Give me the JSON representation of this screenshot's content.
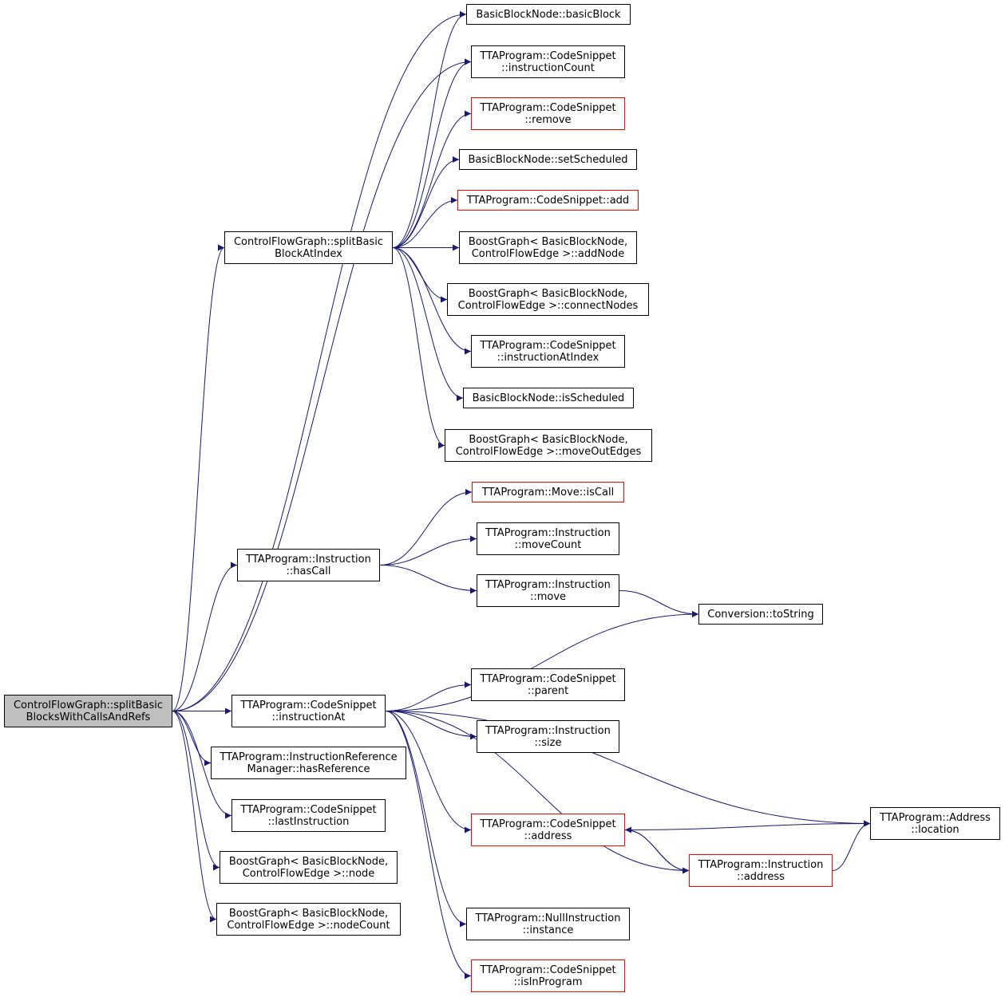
{
  "colors": {
    "edge": "#191970",
    "node_border": "#000000",
    "truncated_border": "#ff0000",
    "root_fill": "#bfbfbf"
  },
  "nodes": {
    "root": {
      "lines": [
        "ControlFlowGraph::splitBasic",
        "BlocksWithCallsAndRefs"
      ],
      "style": "root"
    },
    "splitBasicBlockAtIndex": {
      "lines": [
        "ControlFlowGraph::splitBasic",
        "BlockAtIndex"
      ]
    },
    "basicBlock": {
      "lines": [
        "BasicBlockNode::basicBlock"
      ]
    },
    "instructionCount": {
      "lines": [
        "TTAProgram::CodeSnippet",
        "::instructionCount"
      ]
    },
    "remove": {
      "lines": [
        "TTAProgram::CodeSnippet",
        "::remove"
      ],
      "style": "red"
    },
    "setScheduled": {
      "lines": [
        "BasicBlockNode::setScheduled"
      ]
    },
    "add": {
      "lines": [
        "TTAProgram::CodeSnippet::add"
      ],
      "style": "red"
    },
    "addNode": {
      "lines": [
        "BoostGraph< BasicBlockNode,",
        "ControlFlowEdge >::addNode"
      ]
    },
    "connectNodes": {
      "lines": [
        "BoostGraph< BasicBlockNode,",
        "ControlFlowEdge >::connectNodes"
      ]
    },
    "instructionAtIndex": {
      "lines": [
        "TTAProgram::CodeSnippet",
        "::instructionAtIndex"
      ]
    },
    "isScheduled": {
      "lines": [
        "BasicBlockNode::isScheduled"
      ]
    },
    "moveOutEdges": {
      "lines": [
        "BoostGraph< BasicBlockNode,",
        "ControlFlowEdge >::moveOutEdges"
      ]
    },
    "isCall": {
      "lines": [
        "TTAProgram::Move::isCall"
      ],
      "style": "red"
    },
    "hasCall": {
      "lines": [
        "TTAProgram::Instruction",
        "::hasCall"
      ]
    },
    "moveCount": {
      "lines": [
        "TTAProgram::Instruction",
        "::moveCount"
      ]
    },
    "move": {
      "lines": [
        "TTAProgram::Instruction",
        "::move"
      ]
    },
    "toString": {
      "lines": [
        "Conversion::toString"
      ]
    },
    "instructionAt": {
      "lines": [
        "TTAProgram::CodeSnippet",
        "::instructionAt"
      ]
    },
    "parent": {
      "lines": [
        "TTAProgram::CodeSnippet",
        "::parent"
      ]
    },
    "size": {
      "lines": [
        "TTAProgram::Instruction",
        "::size"
      ]
    },
    "hasReference": {
      "lines": [
        "TTAProgram::InstructionReference",
        "Manager::hasReference"
      ]
    },
    "lastInstruction": {
      "lines": [
        "TTAProgram::CodeSnippet",
        "::lastInstruction"
      ]
    },
    "csAddress": {
      "lines": [
        "TTAProgram::CodeSnippet",
        "::address"
      ],
      "style": "red"
    },
    "location": {
      "lines": [
        "TTAProgram::Address",
        "::location"
      ]
    },
    "instrAddress": {
      "lines": [
        "TTAProgram::Instruction",
        "::address"
      ],
      "style": "red"
    },
    "node": {
      "lines": [
        "BoostGraph< BasicBlockNode,",
        "ControlFlowEdge >::node"
      ]
    },
    "nodeCount": {
      "lines": [
        "BoostGraph< BasicBlockNode,",
        "ControlFlowEdge >::nodeCount"
      ]
    },
    "nullInstance": {
      "lines": [
        "TTAProgram::NullInstruction",
        "::instance"
      ]
    },
    "isInProgram": {
      "lines": [
        "TTAProgram::CodeSnippet",
        "::isInProgram"
      ],
      "style": "red"
    }
  },
  "edges": [
    [
      "root",
      "basicBlock"
    ],
    [
      "root",
      "instructionCount"
    ],
    [
      "root",
      "splitBasicBlockAtIndex"
    ],
    [
      "root",
      "hasCall"
    ],
    [
      "root",
      "instructionAt"
    ],
    [
      "root",
      "hasReference"
    ],
    [
      "root",
      "lastInstruction"
    ],
    [
      "root",
      "node"
    ],
    [
      "root",
      "nodeCount"
    ],
    [
      "splitBasicBlockAtIndex",
      "basicBlock"
    ],
    [
      "splitBasicBlockAtIndex",
      "instructionCount"
    ],
    [
      "splitBasicBlockAtIndex",
      "remove"
    ],
    [
      "splitBasicBlockAtIndex",
      "setScheduled"
    ],
    [
      "splitBasicBlockAtIndex",
      "add"
    ],
    [
      "splitBasicBlockAtIndex",
      "addNode"
    ],
    [
      "splitBasicBlockAtIndex",
      "connectNodes"
    ],
    [
      "splitBasicBlockAtIndex",
      "instructionAtIndex"
    ],
    [
      "splitBasicBlockAtIndex",
      "isScheduled"
    ],
    [
      "splitBasicBlockAtIndex",
      "moveOutEdges"
    ],
    [
      "hasCall",
      "isCall"
    ],
    [
      "hasCall",
      "moveCount"
    ],
    [
      "hasCall",
      "move"
    ],
    [
      "move",
      "toString"
    ],
    [
      "instructionAt",
      "toString"
    ],
    [
      "instructionAt",
      "parent"
    ],
    [
      "instructionAt",
      "size"
    ],
    [
      "instructionAt",
      "location"
    ],
    [
      "instructionAt",
      "csAddress"
    ],
    [
      "instructionAt",
      "instrAddress"
    ],
    [
      "instructionAt",
      "nullInstance"
    ],
    [
      "instructionAt",
      "isInProgram"
    ],
    [
      "csAddress",
      "location"
    ],
    [
      "csAddress",
      "instrAddress"
    ],
    [
      "instrAddress",
      "csAddress"
    ],
    [
      "instrAddress",
      "location"
    ]
  ]
}
